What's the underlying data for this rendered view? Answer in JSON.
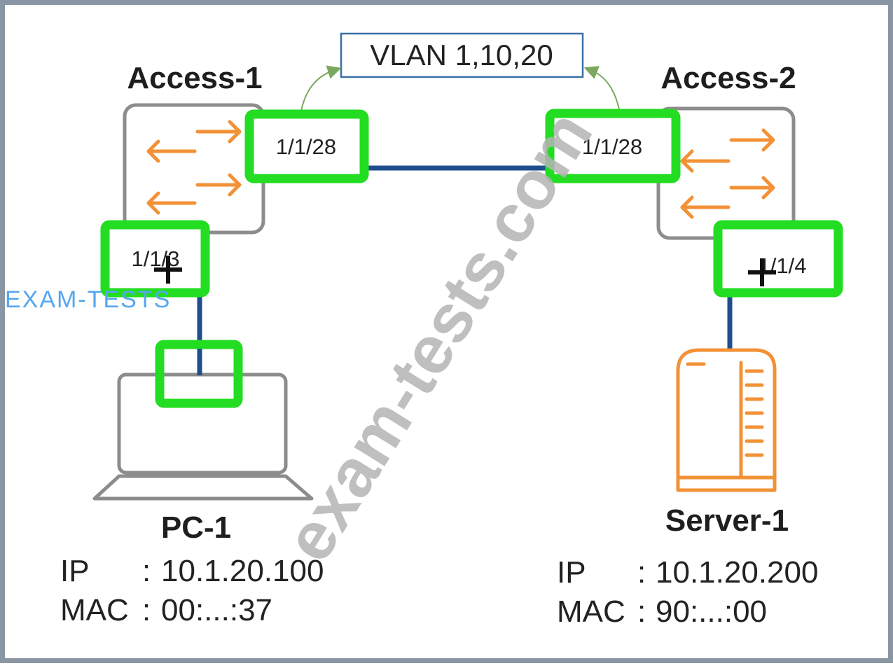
{
  "vlan_label": "VLAN 1,10,20",
  "switches": {
    "access1": {
      "name": "Access-1",
      "uplink_port": "1/1/28",
      "access_port": "1/1/3"
    },
    "access2": {
      "name": "Access-2",
      "uplink_port": "1/1/28",
      "access_port": "1/1/4"
    }
  },
  "hosts": {
    "pc1": {
      "name": "PC-1",
      "ip_label": "IP",
      "ip_sep": ":",
      "ip": "10.1.20.100",
      "mac_label": "MAC",
      "mac_sep": ":",
      "mac": "00:...:37"
    },
    "server1": {
      "name": "Server-1",
      "ip_label": "IP",
      "ip_sep": ":",
      "ip": "10.1.20.200",
      "mac_label": "MAC",
      "mac_sep": ":",
      "mac": "90:...:00"
    }
  },
  "watermarks": {
    "diagonal": "exam-tests.com",
    "brand": "EXAM-TESTS"
  },
  "colors": {
    "highlight": "#22dd22",
    "link": "#1f4e8c",
    "arrow": "#f39136",
    "server": "#f39136",
    "device_outline": "#8c8c8c",
    "callout_arrow": "#7aa860",
    "frame": "#8a96a3"
  }
}
